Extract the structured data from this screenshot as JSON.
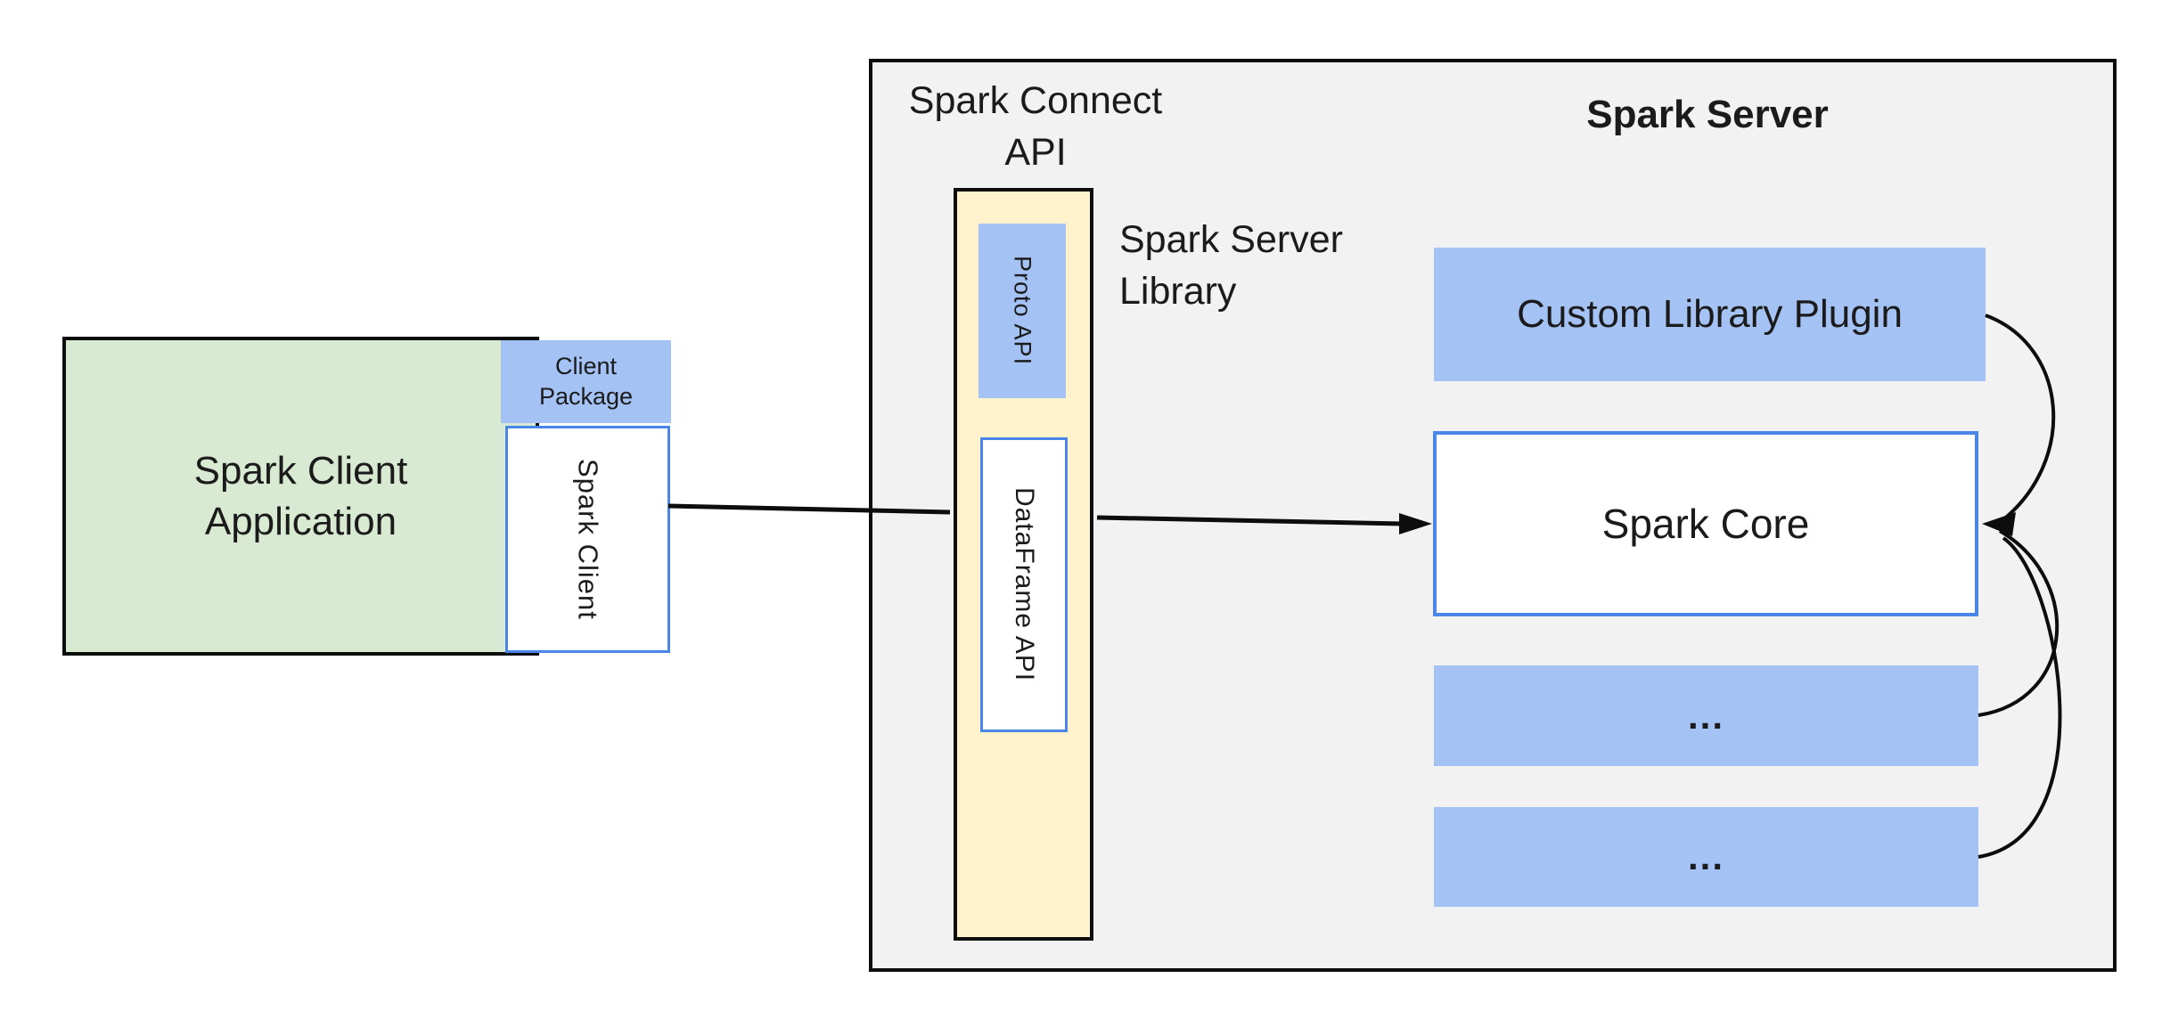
{
  "diagram": {
    "client": {
      "app_label": {
        "lines": [
          "Spark Client",
          "Application"
        ]
      },
      "package_label": {
        "lines": [
          "Client",
          "Package"
        ]
      },
      "spark_client_label": "Spark Client"
    },
    "connect": {
      "api_label": {
        "lines": [
          "Spark Connect",
          "API"
        ]
      },
      "server_library_label": {
        "lines": [
          "Spark Server",
          "Library"
        ]
      },
      "proto_api_label": "Proto API",
      "dataframe_api_label": "DataFrame API"
    },
    "server": {
      "title": "Spark Server",
      "plugin_label": "Custom Library Plugin",
      "core_label": "Spark Core",
      "ellipsis_box_1": "...",
      "ellipsis_box_2": "..."
    },
    "colors": {
      "box_blue_fill": "#a4c2f4",
      "box_blue_border": "#4a86e8",
      "box_green_fill": "#d9ead3",
      "box_yellow_fill": "#fff2cc",
      "container_gray_fill": "#f2f2f3",
      "outline_black": "#0d0d0d",
      "text": "#1b1b1b"
    }
  }
}
